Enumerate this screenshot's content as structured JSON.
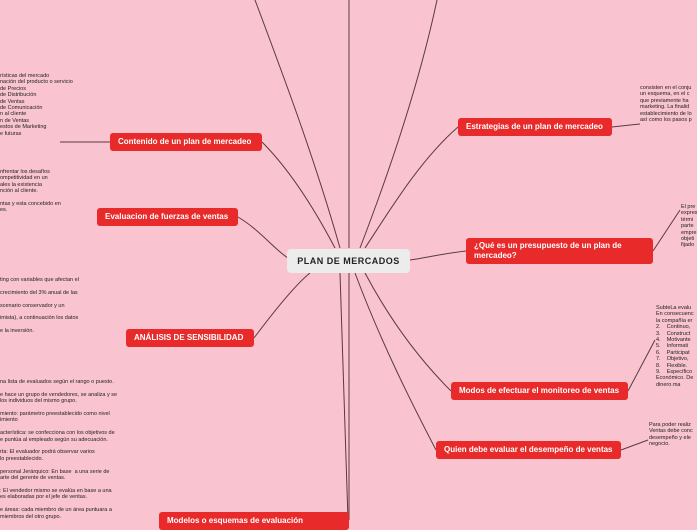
{
  "center": {
    "label": "PLAN DE MERCADOS"
  },
  "left_nodes": [
    {
      "label": "Contenido de un plan de mercadeo"
    },
    {
      "label": "Evaluacion de fuerzas de ventas"
    },
    {
      "label": "ANÁLISIS DE SENSIBILIDAD"
    },
    {
      "label": "Modelos o esquemas de evaluación"
    }
  ],
  "right_nodes": [
    {
      "label": "Estrategias de un plan de mercadeo"
    },
    {
      "label": "¿Qué es un  presupuesto de un plan de mercadeo?"
    },
    {
      "label": "Modos de efectuar el monitoreo de ventas"
    },
    {
      "label": "Quien debe evaluar el desempeño de ventas"
    }
  ],
  "notes": {
    "contenido": "rísticas del mercado\nnación del producto o servicio\nde Precios\nde Distribución\nde Ventas\nde Comunicación\nn al cliente\nn de Ventas\nestos de Marketing\ne futuras",
    "fuerzas": "nfrentar los desafíos\nompetitividad en un\nales la existencia\nnción al cliente.\n\nntas y esta concebido en\nes.",
    "sensibilidad": "ting con variables que afectan el\n\ncrecimiento del 3% anual de las\n\nscenario conservador y un\n\nimista), a continuación los datos\n\ne la inversión.",
    "modelos": "na lista de evaluados según el rango o puesto.\n\ne hace un grupo de vendedores, se analiza y se\nlos individuos del mismo grupo.\n\nmiento: parámetro preestablecido como nivel\nimiento\n\nacterística: se confecciona con los objetivos de\ne puntúa al empleado según su adecuación.\n\nrta: El evaluador podrá observar varios\nlo preestablecido.\n\npersonal Jerárquico: En base  a una serie de\narte del gerente de ventas.\n\n: El vendedor mismo se evalúa en base a una\nes elaboradas por el jefe de ventas.\n\ne áreas: cada miembro de un área puntuara a\nmiembros del otro grupo.",
    "estrategias": "consisten en el conju\nun esquema, en el c\nque previamente ha\nmarketing. La finalid\nestablecimiento de lo\nasí como los pasos p",
    "presupuesto": "El pre\nexpres\ntérmi\nparte\nempre\nobjeti\nfijado",
    "monitoreo": "SubteLa evalu\nEn consecuenc\nla compañía er\n2.    Continuo, \n3.    Construct\n4.    Motivante\n5.    Informati\n6.    Participat\n7.    Objetivo, \n8.    Flexible.\n9.    Específico\nEconómico. De\ndinero.ma",
    "quien": "Para poder realiz\nVentas debe conc\ndesempeño y ele\nnegocio."
  }
}
